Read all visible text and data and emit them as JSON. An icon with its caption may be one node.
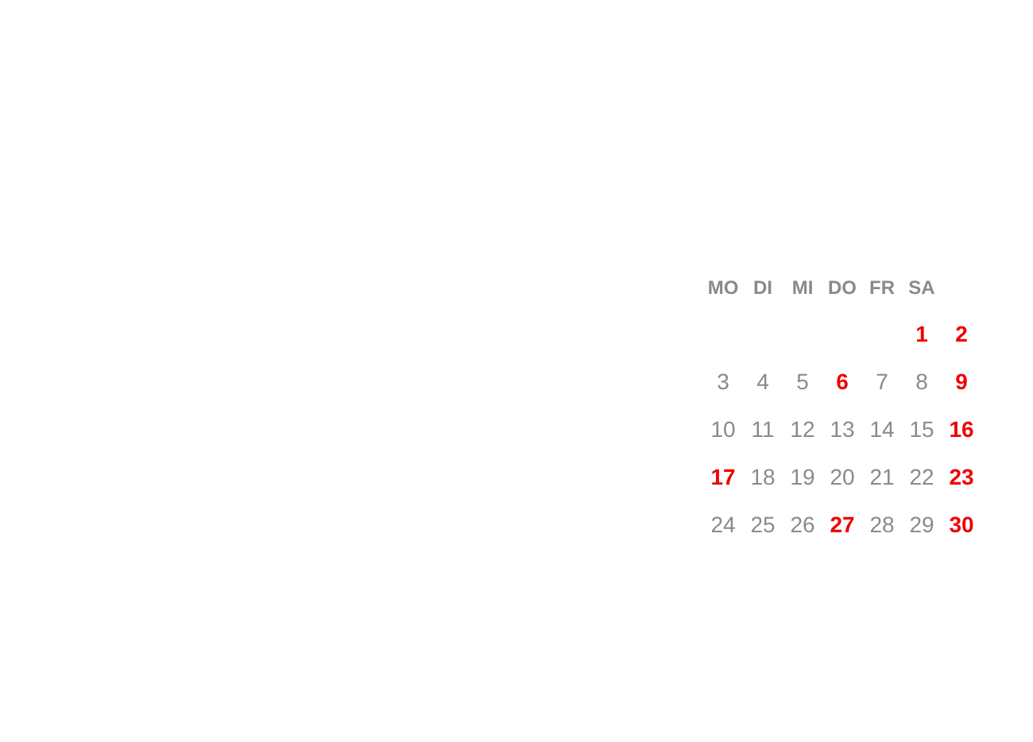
{
  "diagram": {
    "labels": [
      "MO",
      "DI",
      "MI",
      "DO",
      "FR",
      "SA",
      "**1**",
      "**2**",
      "3",
      "4",
      "5",
      "**6**",
      "7",
      "8",
      "**9**",
      "10",
      "11",
      "12",
      "13",
      "14",
      "15",
      "**16**",
      "**17**",
      "18",
      "19",
      "20",
      "21",
      "22",
      "**23**",
      "24",
      "25",
      "26",
      "**27**",
      "28",
      "29",
      "**30**"
    ]
  }
}
